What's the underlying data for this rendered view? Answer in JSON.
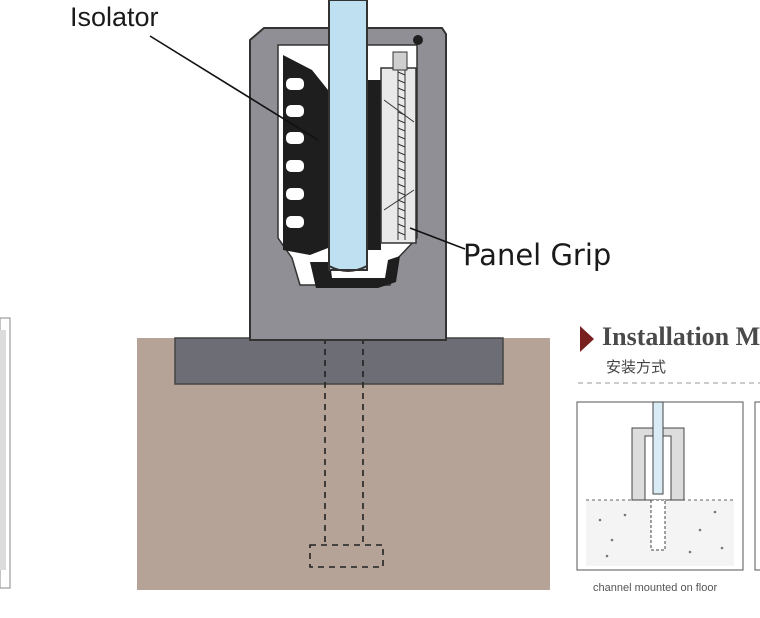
{
  "labels": {
    "isolator": "Isolator",
    "panel_grip": "Panel Grip"
  },
  "installation": {
    "title": "Installation M",
    "subtitle": "安装方式",
    "caption": "channel mounted on floor"
  },
  "colors": {
    "channel": "#8f8f95",
    "base_plate": "#6c6d75",
    "floor": "#b5a397",
    "glass": "#bfe0f0",
    "isolator": "#1e1e1e",
    "arrow": "#7a1f1f"
  }
}
